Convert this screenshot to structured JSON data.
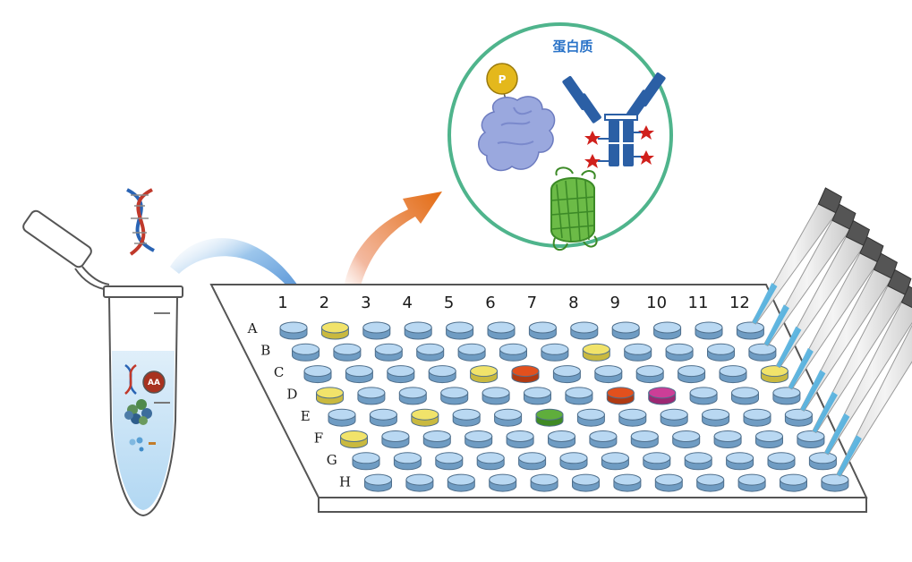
{
  "protein_circle": {
    "title": "蛋白质",
    "phospho_label": "P"
  },
  "tube": {
    "amino_acid_label": "AA"
  },
  "plate": {
    "columns": [
      "1",
      "2",
      "3",
      "4",
      "5",
      "6",
      "7",
      "8",
      "9",
      "10",
      "11",
      "12"
    ],
    "rows": [
      "A",
      "B",
      "C",
      "D",
      "E",
      "F",
      "G",
      "H"
    ]
  },
  "colors": {
    "well_default": "#b9d8f2",
    "well_yellow": "#f1e36a",
    "well_red": "#e2501d",
    "well_green": "#5fae3c",
    "well_magenta": "#cc3e97",
    "circle_border": "#4fb48c",
    "antibody": "#2b5fa5",
    "dna_blue": "#2a64b4",
    "dna_red": "#c0392b"
  },
  "highlighted_wells": [
    {
      "row": "A",
      "col": "2",
      "color": "yellow"
    },
    {
      "row": "B",
      "col": "8",
      "color": "yellow"
    },
    {
      "row": "C",
      "col": "5",
      "color": "yellow"
    },
    {
      "row": "C",
      "col": "6",
      "color": "red"
    },
    {
      "row": "C",
      "col": "12",
      "color": "yellow"
    },
    {
      "row": "D",
      "col": "1",
      "color": "yellow"
    },
    {
      "row": "D",
      "col": "8",
      "color": "red"
    },
    {
      "row": "D",
      "col": "9",
      "color": "magenta"
    },
    {
      "row": "E",
      "col": "3",
      "color": "yellow"
    },
    {
      "row": "E",
      "col": "6",
      "color": "green"
    },
    {
      "row": "F",
      "col": "1",
      "color": "yellow"
    }
  ]
}
